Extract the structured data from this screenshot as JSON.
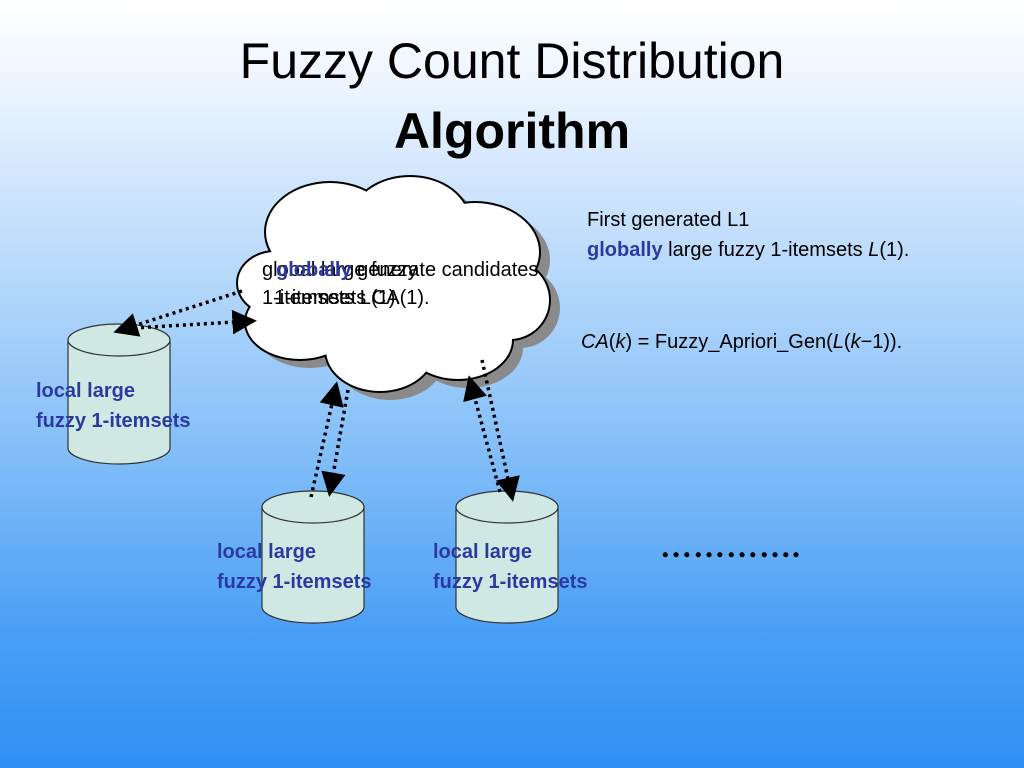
{
  "title": {
    "line1": "Fuzzy Count Distribution",
    "line2": "Algorithm"
  },
  "cloud": {
    "overlap_a_line1": "global large fuzzy",
    "overlap_a_line2": "1-itemsets L(1).",
    "overlap_b_emph": "globally",
    "overlap_b_rest": " generate candidates",
    "overlap_b_line2": "1-itemsets CA(1)."
  },
  "notes": {
    "l1_line1": "First generated L1",
    "l1_emph": "globally",
    "l1_rest": " large fuzzy 1-itemsets ",
    "l1_var": "L",
    "l1_end": "(1).",
    "ca_var": "CA",
    "ca_open": "(",
    "ca_k": "k",
    "ca_mid": ") = Fuzzy_Apriori_Gen(",
    "ca_L": "L",
    "ca_open2": "(",
    "ca_k2": "k",
    "ca_end": "−1))."
  },
  "databases": [
    {
      "line1": "local large",
      "line2": "fuzzy 1-itemsets"
    },
    {
      "line1": "local large",
      "line2": "fuzzy 1-itemsets"
    },
    {
      "line1": "local large",
      "line2": "fuzzy 1-itemsets"
    }
  ],
  "ellipsis": "………….",
  "colors": {
    "cylinder_fill": "#cfe8e4",
    "label_blue": "#2b3aa0",
    "cloud_fill": "#ffffff",
    "cloud_shadow": "#8a8a8a"
  }
}
